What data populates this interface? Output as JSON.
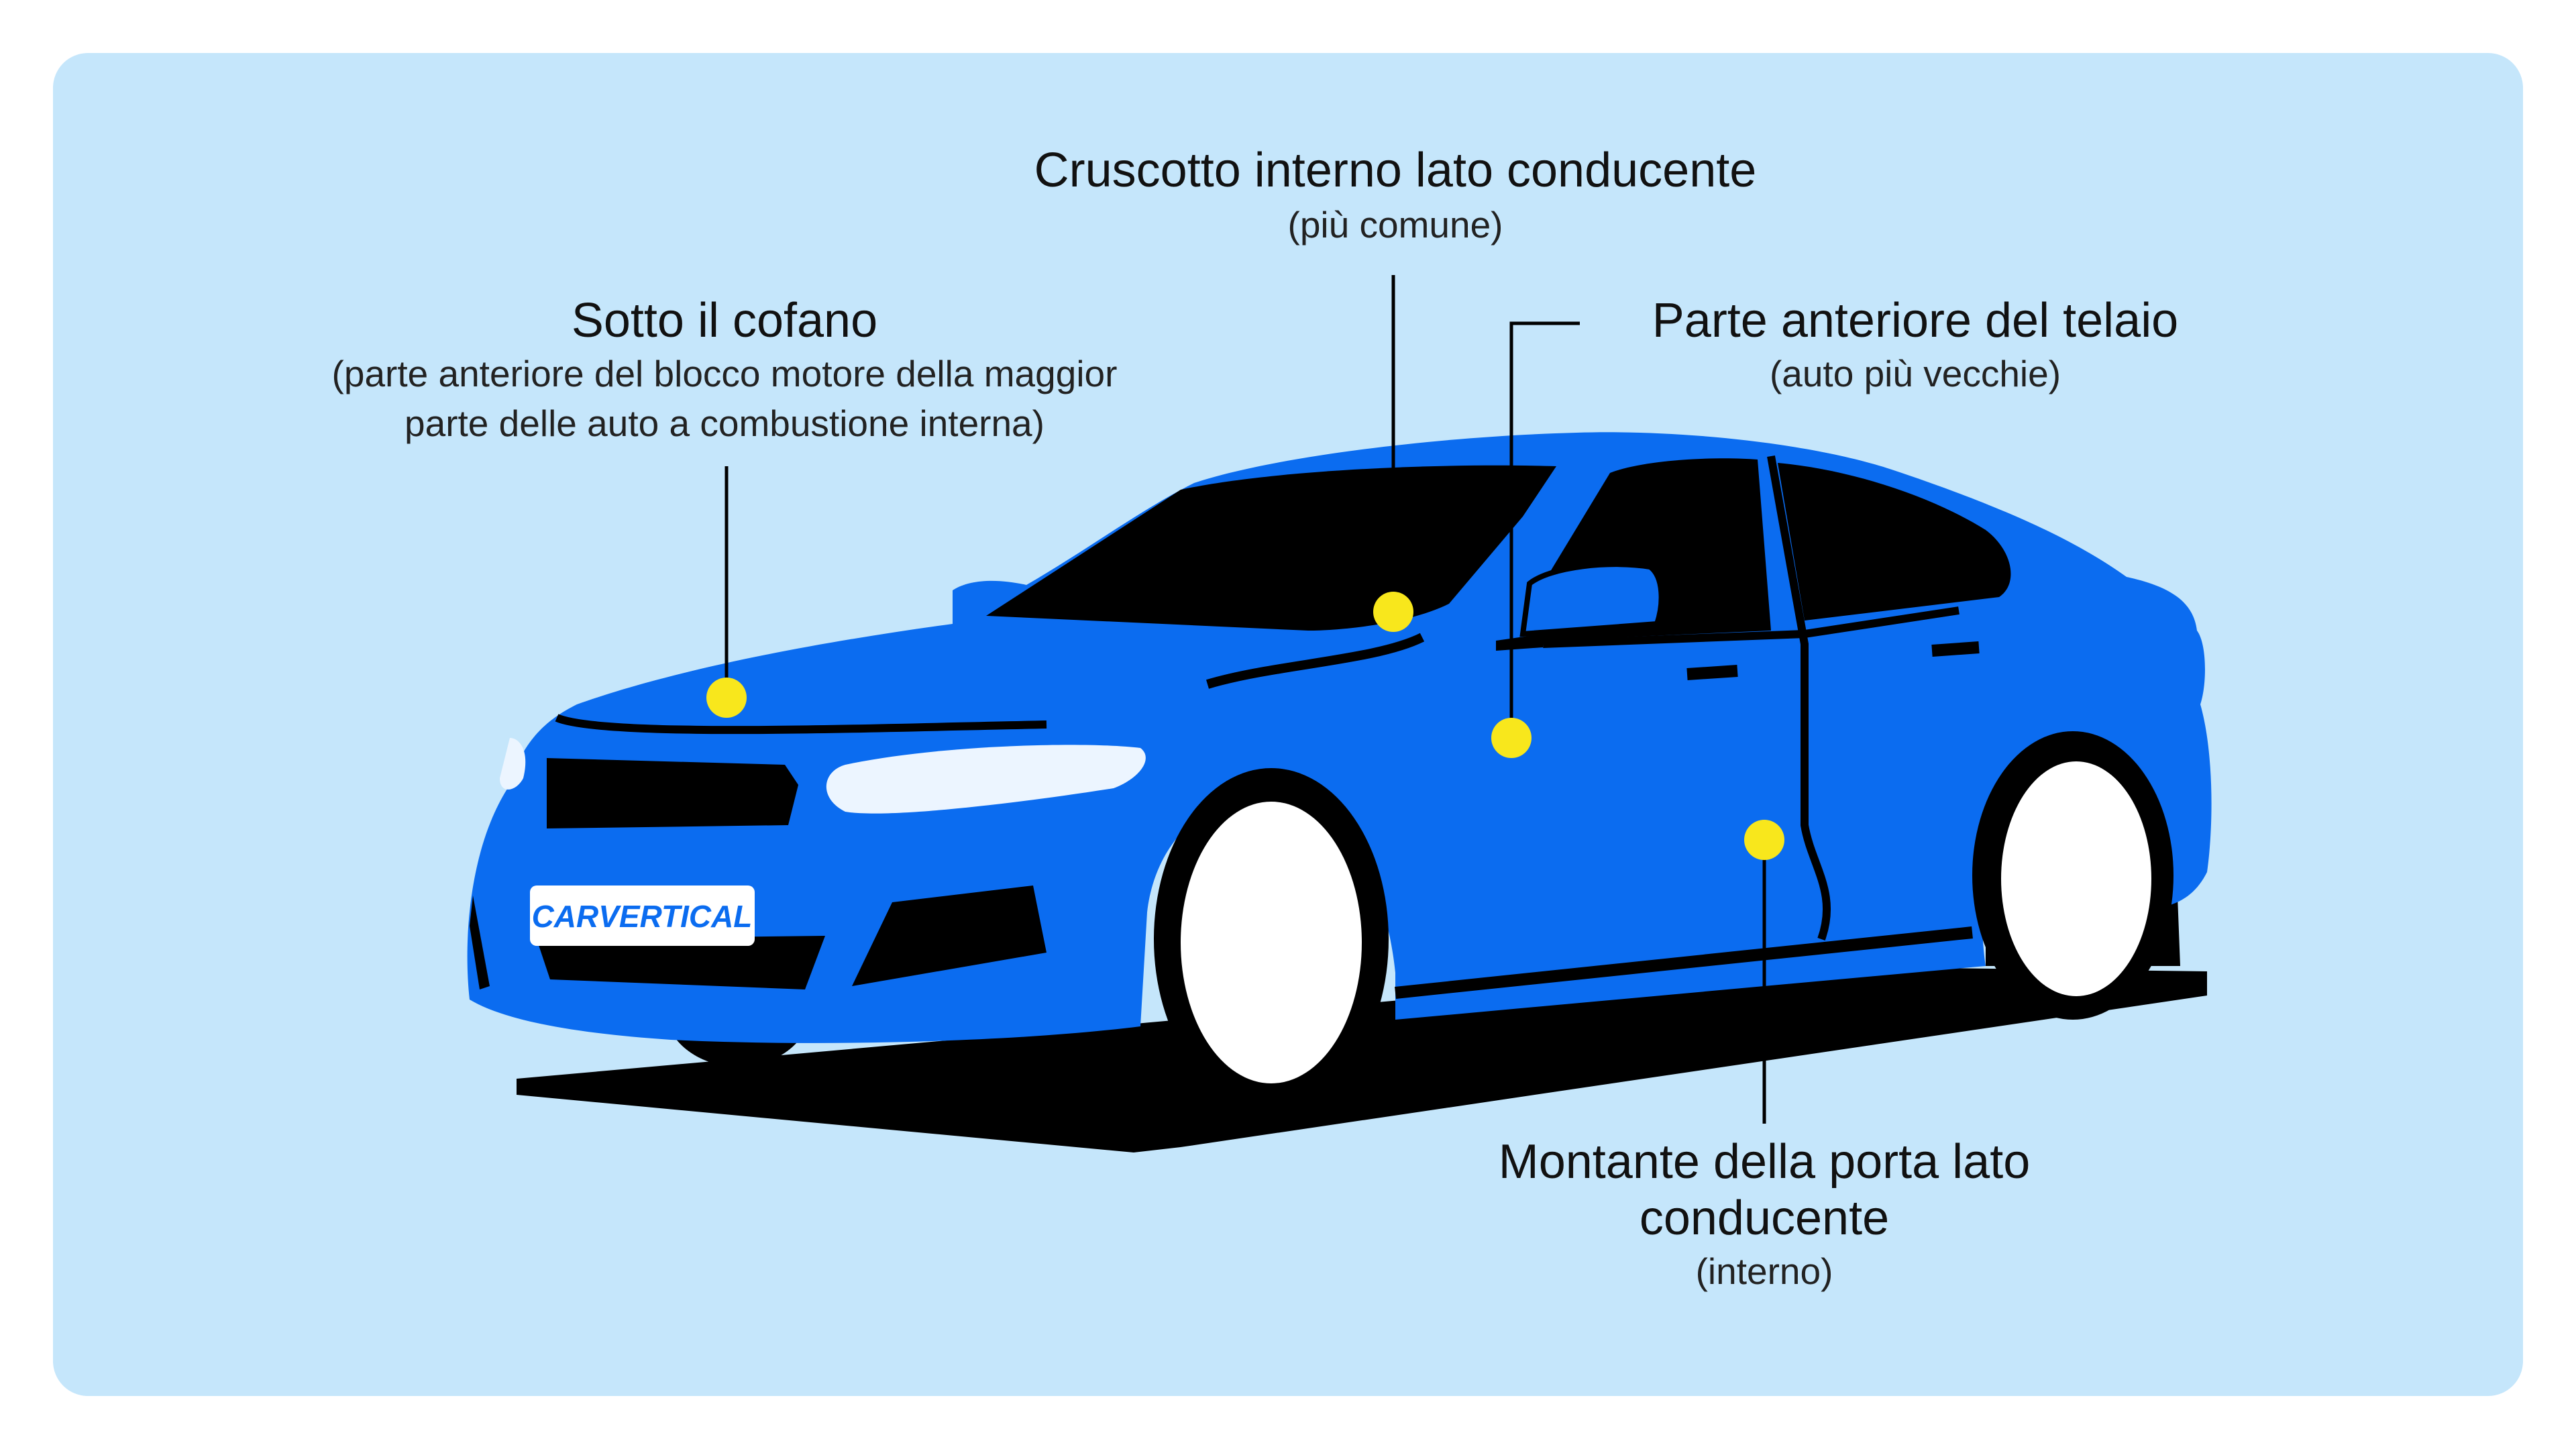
{
  "labels": {
    "dashboard": {
      "title": "Cruscotto interno lato conducente",
      "subtitle": "(più comune)"
    },
    "hood": {
      "title": "Sotto il cofano",
      "subtitle_line1": "(parte anteriore del blocco motore della maggior",
      "subtitle_line2": "parte delle auto a combustione interna)"
    },
    "frame": {
      "title": "Parte anteriore del telaio",
      "subtitle": "(auto più vecchie)"
    },
    "pillar": {
      "title_line1": "Montante della porta lato",
      "title_line2": "conducente",
      "subtitle": "(interno)"
    }
  },
  "plate": {
    "text": "CARVERTICAL"
  },
  "colors": {
    "background": "#c5e6fb",
    "car_body": "#0b6cf0",
    "marker": "#f8e71c",
    "dark": "#000000",
    "wheel": "#ffffff"
  }
}
